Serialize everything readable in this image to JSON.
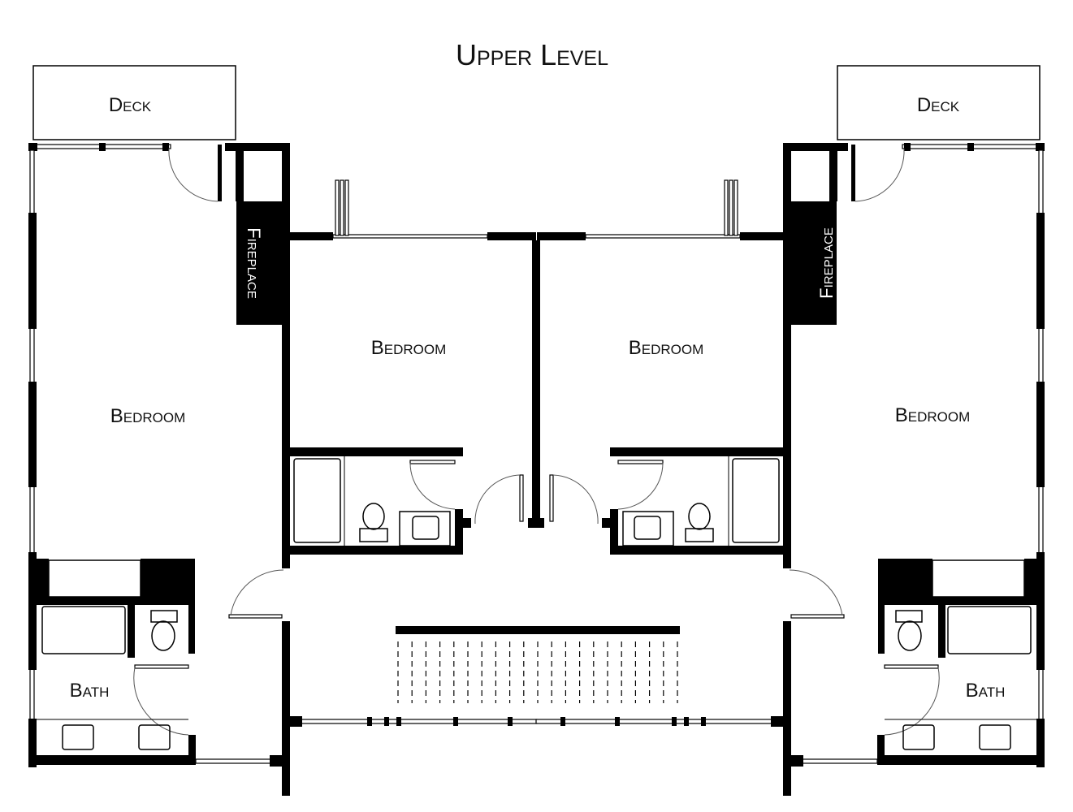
{
  "title": "Upper Level",
  "rooms": {
    "deck_left": "Deck",
    "deck_right": "Deck",
    "fireplace_left": "Fireplace",
    "fireplace_right": "Fireplace",
    "bedroom_left_outer": "Bedroom",
    "bedroom_left_inner": "Bedroom",
    "bedroom_right_inner": "Bedroom",
    "bedroom_right_outer": "Bedroom",
    "bath_left": "Bath",
    "bath_right": "Bath"
  },
  "colors": {
    "wall": "#000000",
    "background": "#ffffff"
  }
}
